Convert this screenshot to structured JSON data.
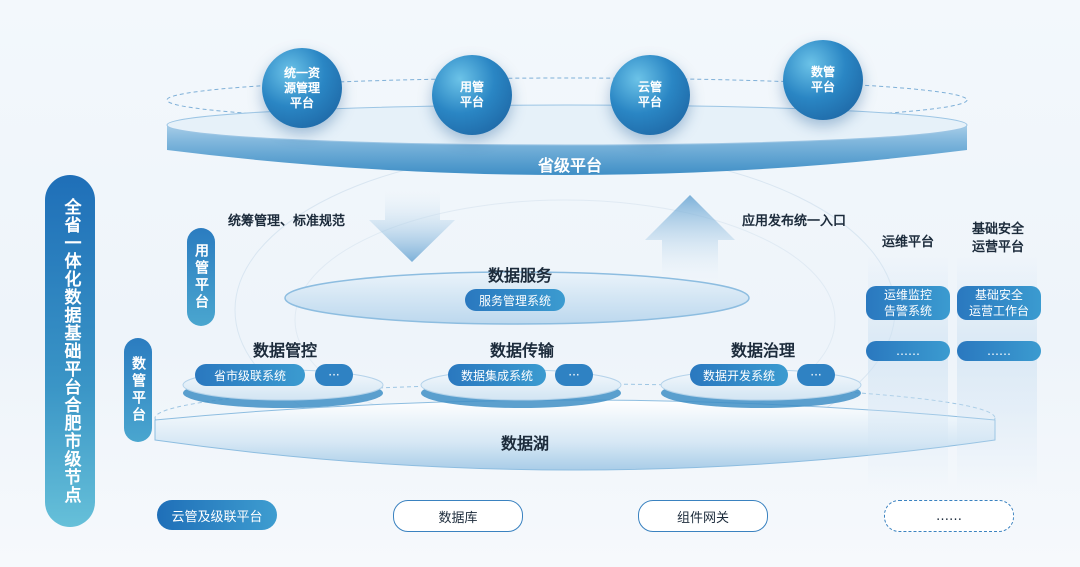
{
  "left_bar": "全省一体化数据基础平台合肥市级节点",
  "top_nodes": [
    "统一资源管理平台",
    "用管平台",
    "云管平台",
    "数管平台"
  ],
  "top_node_lines": [
    [
      "统一资",
      "源管理",
      "平台"
    ],
    [
      "用管",
      "平台"
    ],
    [
      "云管",
      "平台"
    ],
    [
      "数管",
      "平台"
    ]
  ],
  "provincial_platform": "省级平台",
  "arrow_down_label": "统筹管理、标准规范",
  "arrow_up_label": "应用发布统一入口",
  "side_pill_yongguan": "用管平台",
  "side_pill_shuguan": "数管平台",
  "data_service": {
    "title": "数据服务",
    "system": "服务管理系统"
  },
  "data_control": {
    "title": "数据管控",
    "system": "省市级联系统",
    "more": "···"
  },
  "data_transfer": {
    "title": "数据传输",
    "system": "数据集成系统",
    "more": "···"
  },
  "data_governance": {
    "title": "数据治理",
    "system": "数据开发系统",
    "more": "···"
  },
  "data_lake": "数据湖",
  "ops_platform": {
    "title": "运维平台",
    "item": [
      "运维监控",
      "告警系统"
    ],
    "more": "……"
  },
  "security_platform": {
    "title_lines": [
      "基础安全",
      "运营平台"
    ],
    "item": [
      "基础安全",
      "运营工作台"
    ],
    "more": "……"
  },
  "bottom": {
    "cloud": "云管及级联平台",
    "database": "数据库",
    "gateway": "组件网关",
    "more": "……"
  },
  "colors": {
    "primary": "#2a78bf",
    "accent": "#3b9bd0",
    "dark": "#1f6fb8"
  }
}
